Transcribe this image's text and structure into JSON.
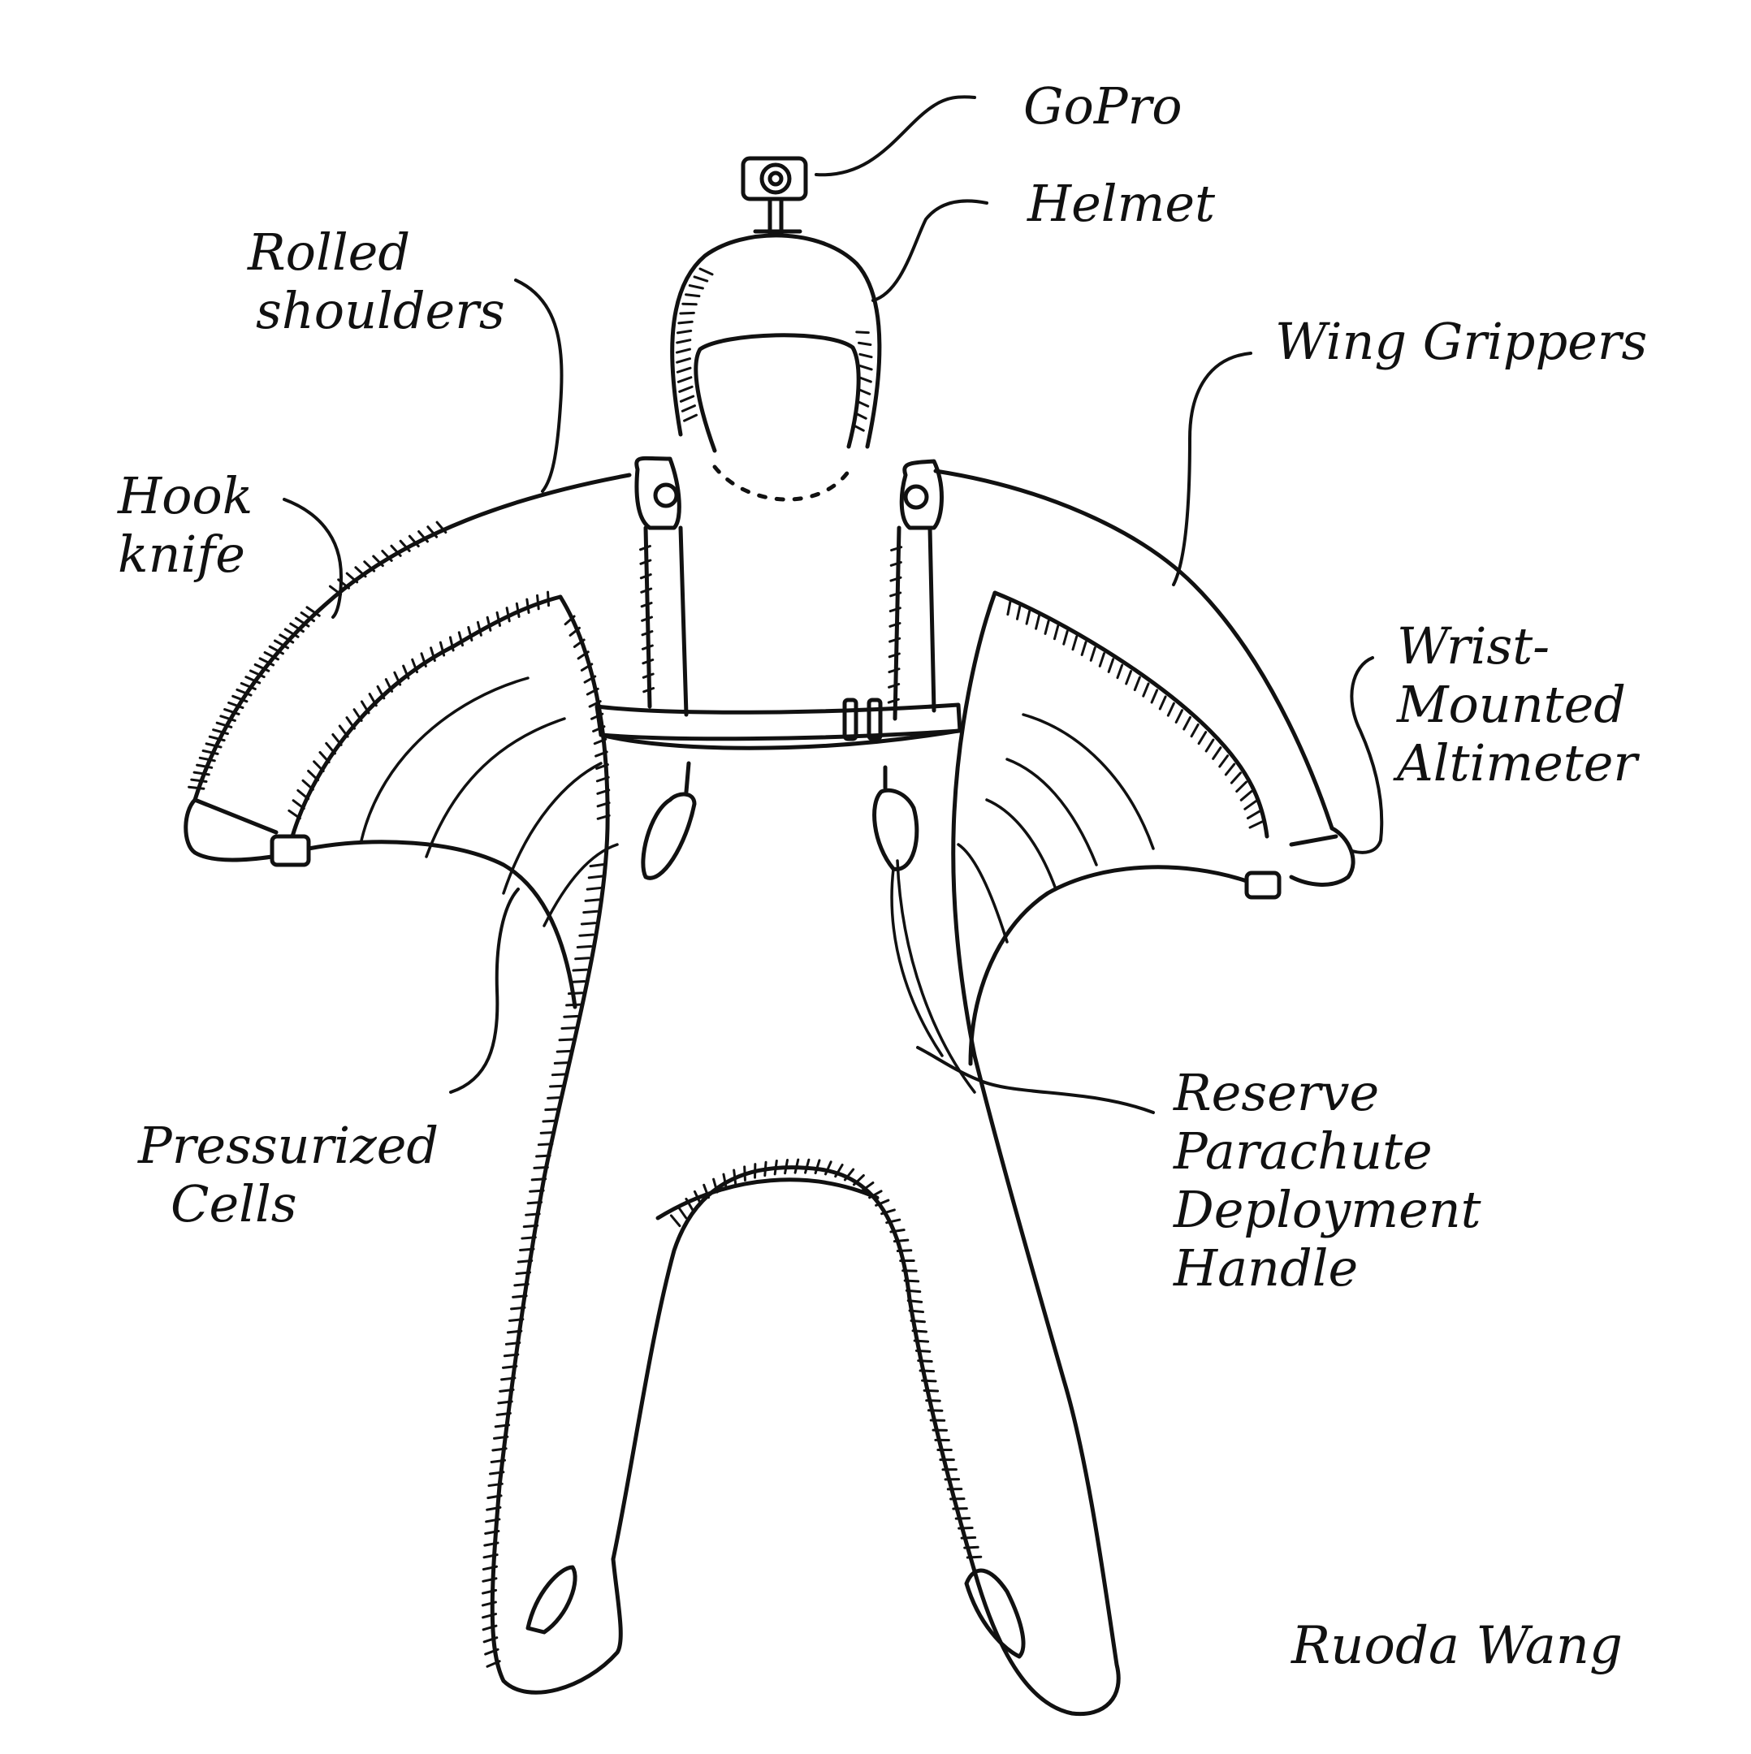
{
  "labels": {
    "gopro": [
      "GoPro"
    ],
    "helmet": [
      "Helmet"
    ],
    "rolled_shoulders": [
      "Rolled",
      "shoulders"
    ],
    "wing_grippers": [
      "Wing Grippers"
    ],
    "hook_knife": [
      "Hook",
      "knife"
    ],
    "wrist_altimeter": [
      "Wrist-",
      "Mounted",
      "Altimeter"
    ],
    "reserve_handle": [
      "Reserve",
      "Parachute",
      "Deployment",
      "Handle"
    ],
    "pressurized_cells": [
      "Pressurized",
      "Cells"
    ]
  },
  "signature": "Ruoda Wang",
  "colors": {
    "ink": "#111111",
    "paper": "#ffffff"
  }
}
